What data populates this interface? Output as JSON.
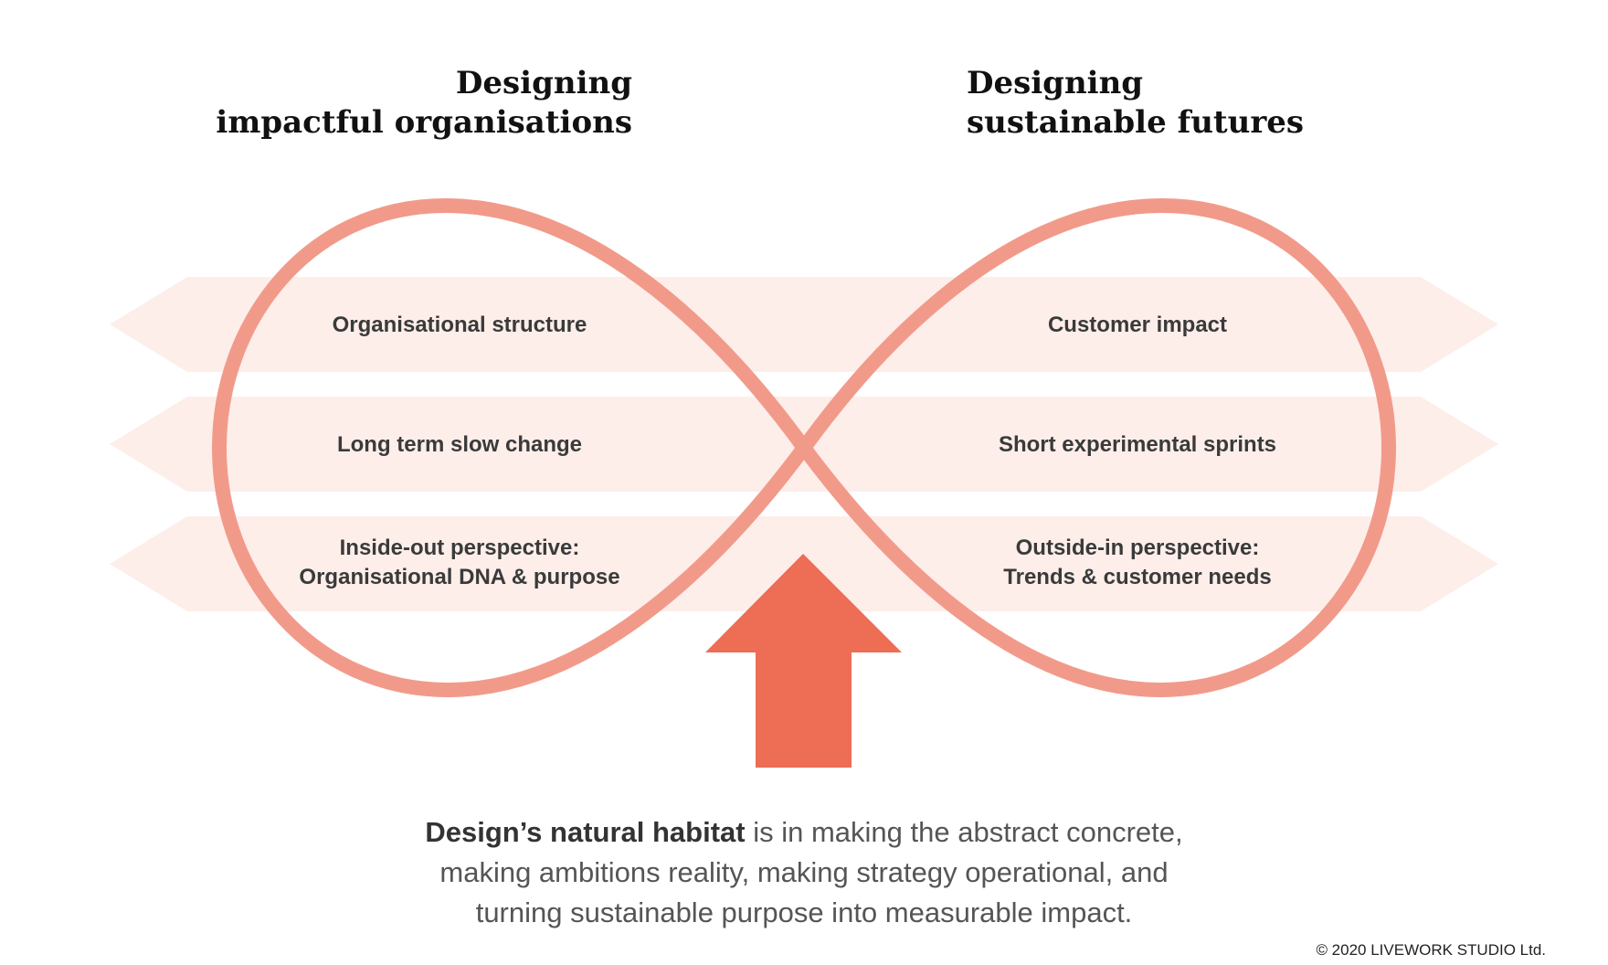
{
  "headings": {
    "left": {
      "line1": "Designing",
      "line2": "impactful organisations"
    },
    "right": {
      "line1": "Designing",
      "line2": "sustainable futures"
    }
  },
  "bands": [
    {
      "left": [
        "Organisational structure"
      ],
      "right": [
        "Customer impact"
      ]
    },
    {
      "left": [
        "Long term slow change"
      ],
      "right": [
        "Short experimental sprints"
      ]
    },
    {
      "left": [
        "Inside-out perspective:",
        "Organisational DNA & purpose"
      ],
      "right": [
        "Outside-in perspective:",
        "Trends & customer needs"
      ]
    }
  ],
  "caption": {
    "bold": "Design’s natural habitat",
    "line1_rest": " is in making the abstract concrete,",
    "line2": "making ambitions reality, making strategy operational, and",
    "line3": "turning sustainable purpose into measurable impact."
  },
  "copyright": "© 2020 LIVEWORK STUDIO Ltd.",
  "colors": {
    "loop": "#f29a8a",
    "band": "#fdeeea",
    "arrow": "#ed6d55"
  }
}
